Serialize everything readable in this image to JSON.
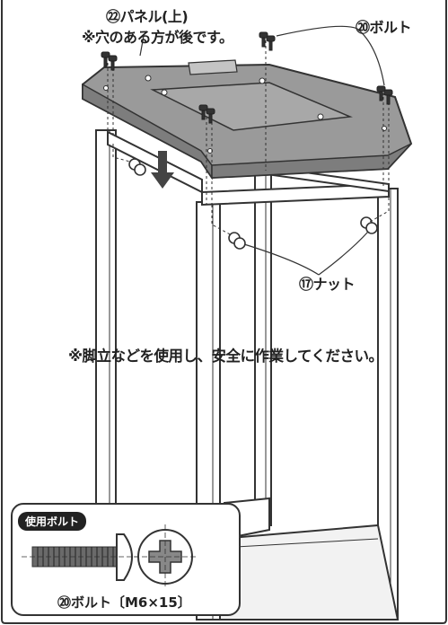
{
  "labels": {
    "panel": "㉒パネル(上)",
    "panel_note": "※穴のある方が後です。",
    "bolt": "⑳ボルト",
    "nut": "⑰ナット",
    "safety": "※脚立などを使用し、安全に作業してください。"
  },
  "inset": {
    "badge": "使用ボルト",
    "caption": "⑳ボルト〔M6×15〕"
  },
  "colors": {
    "panel_fill": "#9a9a9a",
    "line": "#333333",
    "frame_fill": "#ffffff"
  }
}
